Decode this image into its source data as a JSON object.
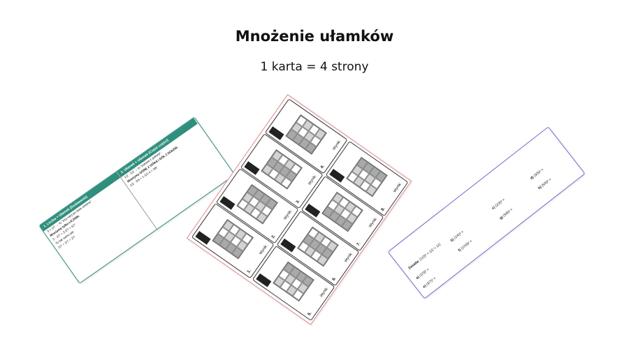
{
  "title": "Mnożenie ułamków",
  "subtitle": "1 karta = 4 strony",
  "left_card": {
    "panel1": {
      "header": "1. Liczba × Ułamek (Dodawanie)",
      "lines": [
        "3 × 2/7 → to \"trzy razy po dwie siódme\".",
        "Mnożymy tylko LICZNIK.",
        "3 · 2/7 = 3·2/7 = 6/7",
        "To tak samo jak:",
        "2/7 + 2/7 + 2/7"
      ]
    },
    "panel2": {
      "header": "2. Ułamek × Ułamek (Część części)",
      "lines": [
        "1/2 · 1/2 → to \"połowa z połowy\".",
        "Mnożymy GÓRĘ Z GÓRĄ i DÓŁ Z DOŁEM.",
        "1/2 · 3/4 = 1·3/2·4 = 3/8"
      ]
    }
  },
  "sheet": {
    "cards": [
      {
        "num": "1.",
        "result_label": "Wynik:"
      },
      {
        "num": "2.",
        "result_label": "Wynik:"
      },
      {
        "num": "3.",
        "result_label": "Wynik:"
      },
      {
        "num": "4.",
        "result_label": "Wynik:"
      },
      {
        "num": "5.",
        "result_label": "Wynik:"
      },
      {
        "num": "6.",
        "result_label": "Wynik:"
      },
      {
        "num": "7.",
        "result_label": "Wynik:"
      },
      {
        "num": "8.",
        "result_label": "Wynik:"
      }
    ]
  },
  "right_card": {
    "rule_label": "Zasada:",
    "rule": "(1/2)² = 1/2 × 1/2",
    "items": [
      {
        "label": "a)",
        "expr": "(1/3)² ="
      },
      {
        "label": "b)",
        "expr": "(1/4)² ="
      },
      {
        "label": "c)",
        "expr": "(2/3)² ="
      },
      {
        "label": "d)",
        "expr": "(3/5)² ="
      },
      {
        "label": "e)",
        "expr": "(3/7)² ="
      },
      {
        "label": "f)",
        "expr": "(1/10)² ="
      },
      {
        "label": "g)",
        "expr": "(5/8)² ="
      },
      {
        "label": "h)",
        "expr": "(5/6)² ="
      }
    ]
  },
  "colors": {
    "green": "#2f8f7c",
    "red_border": "#e58b8b",
    "purple_border": "#7a6ad0"
  }
}
